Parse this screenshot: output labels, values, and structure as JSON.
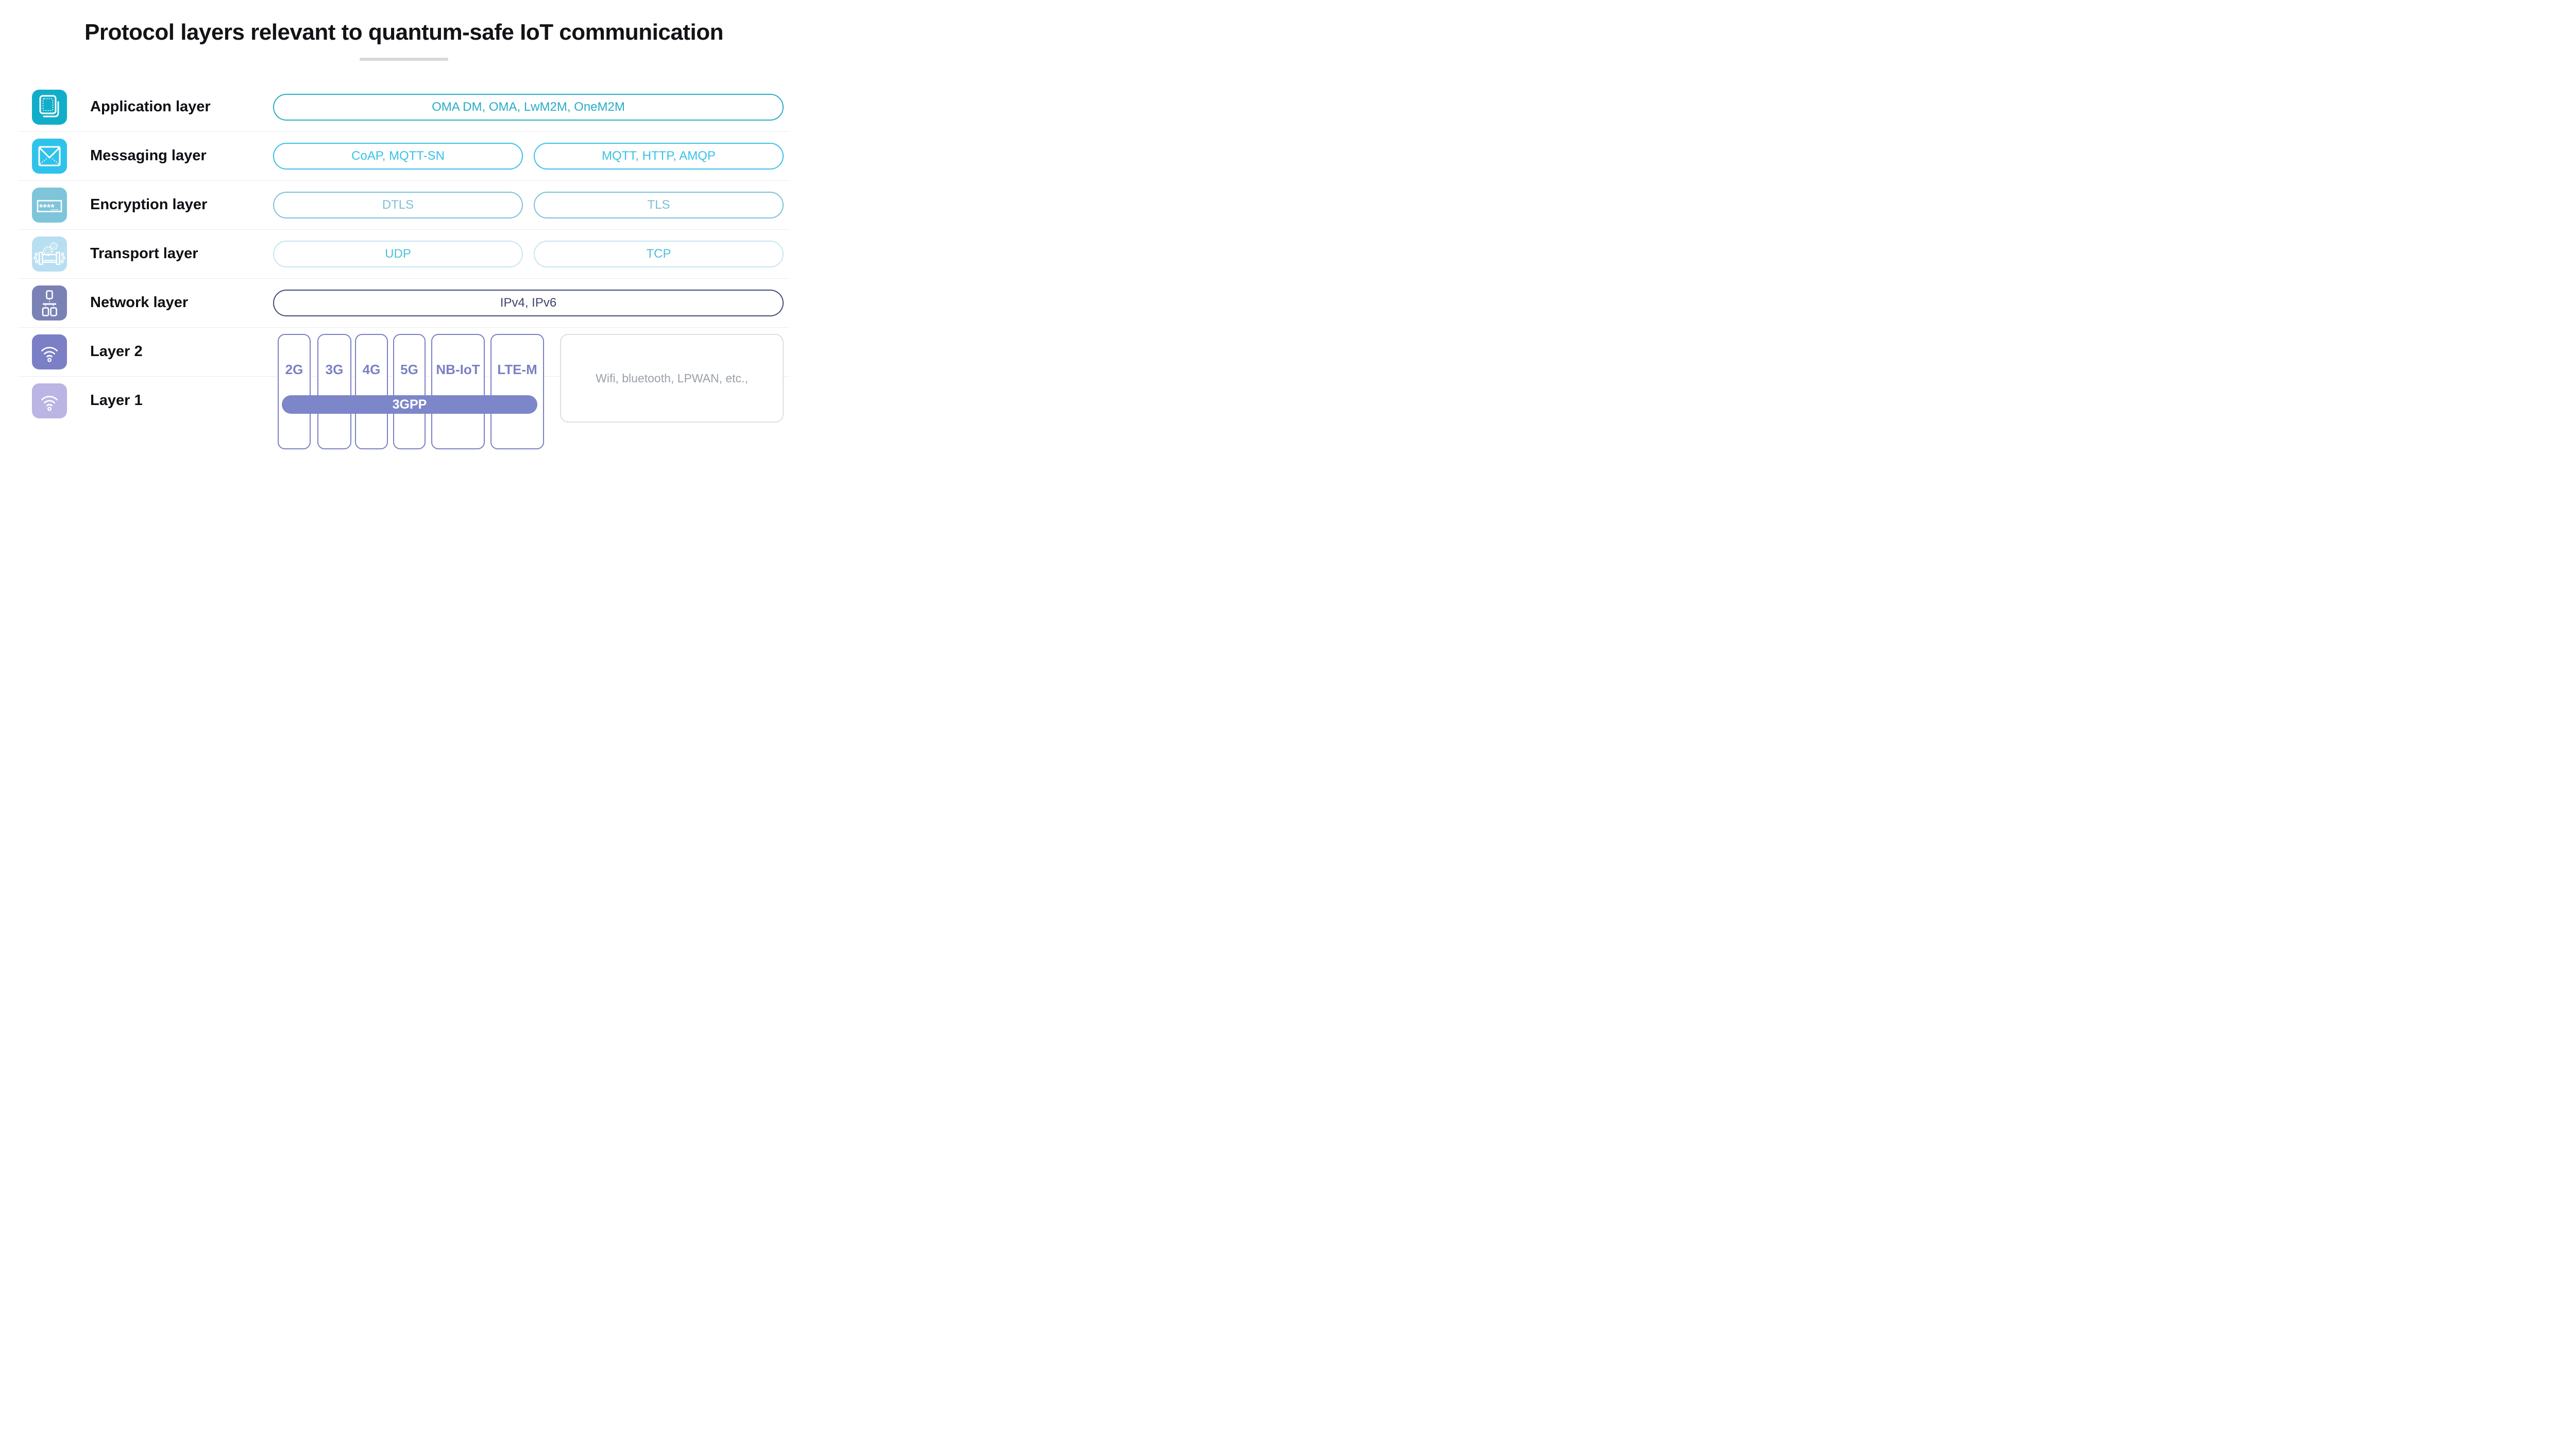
{
  "title": "Protocol layers relevant to quantum-safe IoT communication",
  "rows": [
    {
      "label": "Application layer",
      "icon": "stacked-windows-icon",
      "icon_bg": "#12aec9",
      "pills": [
        "OMA DM, OMA, LwM2M, OneM2M"
      ],
      "pill_color": "#29adc5"
    },
    {
      "label": "Messaging layer",
      "icon": "envelope-icon",
      "icon_bg": "#2fc3ec",
      "pills": [
        "CoAP, MQTT-SN",
        "MQTT, HTTP, AMQP"
      ],
      "pill_color": "#38c1e8"
    },
    {
      "label": "Encryption layer",
      "icon": "password-field-icon",
      "icon_bg": "#7ec5da",
      "pills": [
        "DTLS",
        "TLS"
      ],
      "pill_color": "#7cc0d7"
    },
    {
      "label": "Transport layer",
      "icon": "pipeline-gears-icon",
      "icon_bg": "#b8def1",
      "pills": [
        "UDP",
        "TCP"
      ],
      "pill_color": "#4fc0d5"
    },
    {
      "label": "Network layer",
      "icon": "network-tree-icon",
      "icon_bg": "#7a82b5",
      "pills": [
        "IPv4, IPv6"
      ],
      "pill_color": "#3d4668"
    },
    {
      "label": "Layer 2",
      "icon": "wifi-icon",
      "icon_bg": "#7b7fc6",
      "pills": []
    },
    {
      "label": "Layer 1",
      "icon": "wifi-icon",
      "icon_bg": "#bab5e3",
      "pills": []
    }
  ],
  "cellular": {
    "boxes": [
      "2G",
      "3G",
      "4G",
      "5G",
      "NB-IoT",
      "LTE-M"
    ],
    "band_label": "3GPP",
    "band_color": "#7d86c9",
    "box_color": "#7a80c3",
    "other_label": "Wifi, bluetooth, LPWAN, etc.,",
    "other_text_color": "#9aa1aa"
  },
  "colors": {
    "title_text": "#121217",
    "title_underline": "#d8d8d8",
    "row_divider": "#ececf0"
  }
}
